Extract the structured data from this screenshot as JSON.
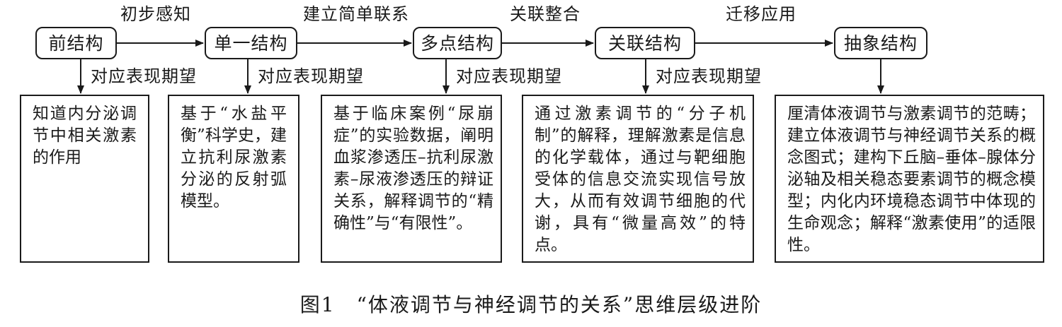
{
  "nodes": [
    "前结构",
    "单一结构",
    "多点结构",
    "关联结构",
    "抽象结构"
  ],
  "edges": [
    "初步感知",
    "建立简单联系",
    "关联整合",
    "迁移应用"
  ],
  "down_labels": [
    "对应表现期望",
    "对应表现期望",
    "对应表现期望",
    "对应表现期望"
  ],
  "descriptions": [
    "知道内分泌调节中相关激素的作用",
    "基于“水盐平衡”科学史，建立抗利尿激素分泌的反射弧模型。",
    "基于临床案例“尿崩症”的实验数据，阐明血浆渗透压–抗利尿激素–尿液渗透压的辩证关系，解释调节的“精确性”与“有限性”。",
    "通过激素调节的“分子机制”的解释，理解激素是信息的化学载体，通过与靶细胞受体的信息交流实现信号放大，从而有效调节细胞的代谢，具有“微量高效”的特点。",
    "厘清体液调节与激素调节的范畴；建立体液调节与神经调节关系的概念图式；建构下丘脑–垂体–腺体分泌轴及相关稳态要素调节的概念模型；内化内环境稳态调节中体现的生命观念；解释“激素使用”的适限性。"
  ],
  "caption": "图1　“体液调节与神经调节的关系”思维层级进阶"
}
